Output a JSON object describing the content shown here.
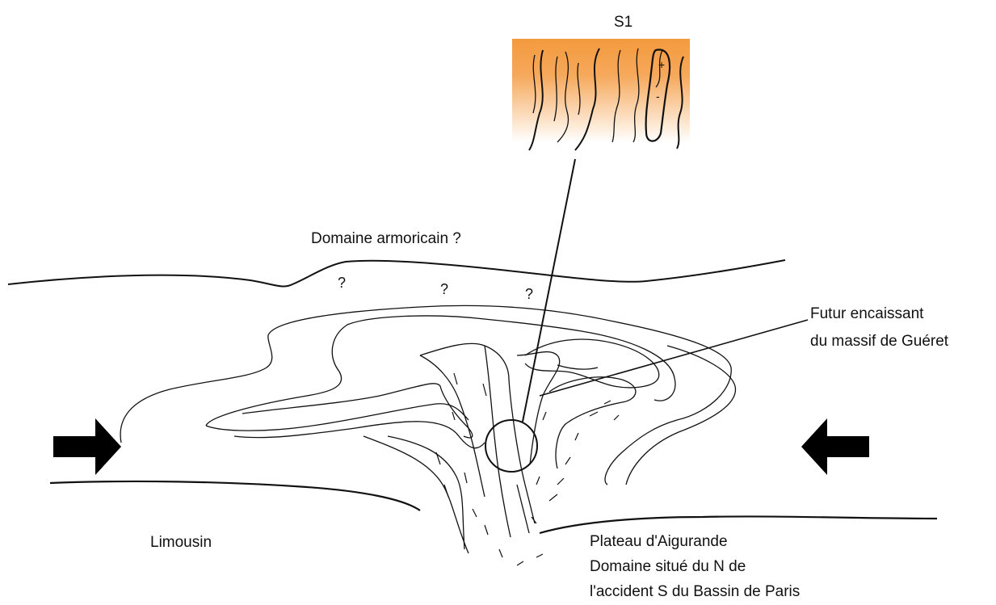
{
  "labels": {
    "s1": "S1",
    "armorican": "Domaine armoricain ?",
    "futur_line1": "Futur encaissant",
    "futur_line2": "du massif de Guéret",
    "limousin": "Limousin",
    "plateau_line1": "Plateau d'Aigurande",
    "plateau_line2": "Domaine situé du N de",
    "plateau_line3": "l'accident S du Bassin de Paris"
  },
  "question_marks": [
    "?",
    "?",
    "?"
  ],
  "inset": {
    "plus": "+",
    "minus": "-"
  },
  "colors": {
    "stroke": "#111111",
    "inset_top": "#f39a3e",
    "inset_bottom": "#ffffff",
    "arrow": "#000000"
  }
}
